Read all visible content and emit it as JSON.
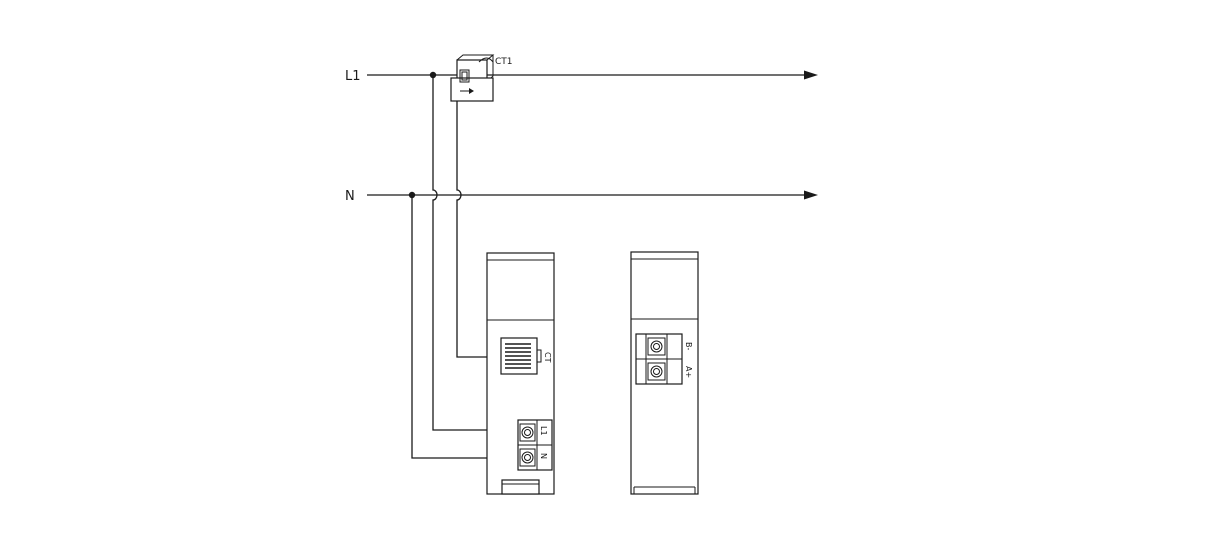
{
  "lines": {
    "phase_label": "L1",
    "neutral_label": "N"
  },
  "current_transformer": {
    "label": "CT1"
  },
  "meter": {
    "ct_port_label": "CT",
    "terminal_l1_label": "L1",
    "terminal_n_label": "N"
  },
  "comm_module": {
    "terminal_b_label": "B-",
    "terminal_a_label": "A+"
  },
  "colors": {
    "line": "#1a1a1a",
    "background": "#ffffff"
  }
}
